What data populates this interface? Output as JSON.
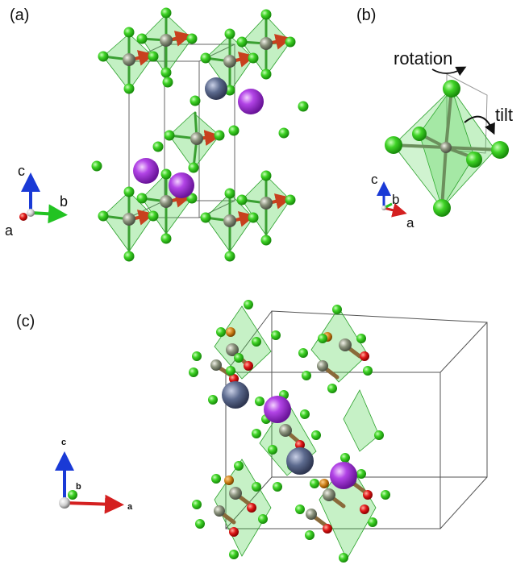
{
  "panels": {
    "a": {
      "label": "(a)",
      "axes": {
        "c": "c",
        "b": "b",
        "a": "a"
      }
    },
    "b": {
      "label": "(b)",
      "rotation": "rotation",
      "tilt": "tilt",
      "axes": {
        "c": "c",
        "b": "b",
        "a": "a"
      }
    },
    "c": {
      "label": "(c)",
      "axes": {
        "c": "c",
        "b": "b",
        "a": "a"
      }
    }
  },
  "colors": {
    "halide": "#39d31f",
    "halide_dark": "#1f8a10",
    "metal": "#8a917f",
    "cation": "#a237d6",
    "octahedron": "#3fcf3f",
    "displacement": "#d4462a",
    "axis_a": "#d42020",
    "axis_b": "#22c322",
    "axis_c": "#1a3ad6",
    "cell": "#555555"
  }
}
